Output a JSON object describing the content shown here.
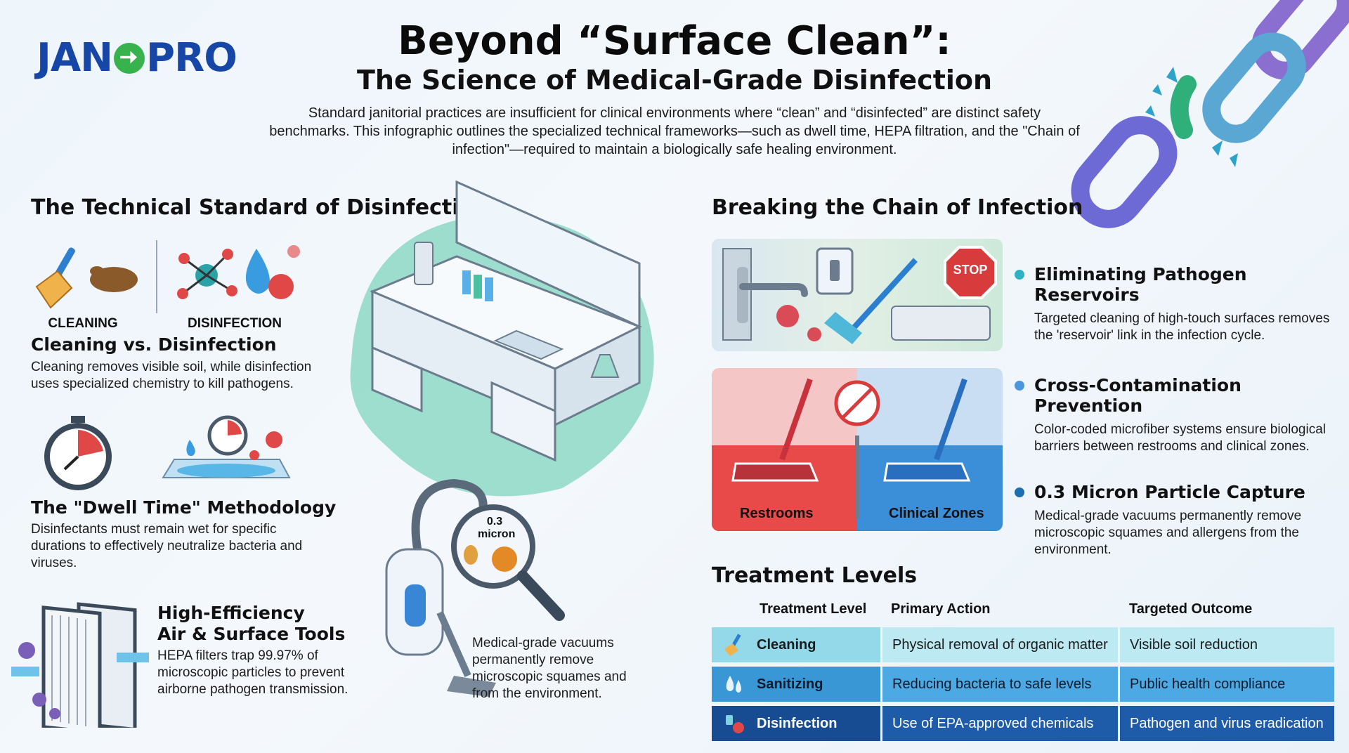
{
  "logo": {
    "left": "JAN",
    "right": "PRO"
  },
  "header": {
    "title": "Beyond “Surface Clean”:",
    "subtitle": "The Science of Medical-Grade Disinfection",
    "intro": "Standard janitorial practices are insufficient for clinical environments where “clean” and “disinfected” are distinct safety benchmarks. This infographic outlines the specialized technical frameworks—such as dwell time, HEPA filtration, and the \"Chain of infection\"—required to maintain a biologically safe healing environment."
  },
  "left_section": {
    "title": "The Technical Standard of Disinfection",
    "cleaning_caption": "CLEANING",
    "disinfection_caption": "DISINFECTION",
    "items": [
      {
        "title": "Cleaning vs. Disinfection",
        "text": "Cleaning removes visible soil, while disinfection uses specialized chemistry to kill pathogens."
      },
      {
        "title": "The \"Dwell Time\" Methodology",
        "text": "Disinfectants must remain wet for specific durations to effectively neutralize bacteria and viruses."
      },
      {
        "title": "High-Efficiency Air & Surface Tools",
        "title_line1": "High-Efficiency",
        "title_line2": "Air & Surface Tools",
        "text": "HEPA filters trap 99.97% of microscopic particles to prevent airborne pathogen transmission."
      }
    ],
    "vacuum": {
      "magnifier_label_1": "0.3",
      "magnifier_label_2": "micron",
      "text": "Medical-grade vacuums permanently remove microscopic squames and from the environment."
    }
  },
  "right_section": {
    "title": "Breaking the Chain of Infection",
    "stop_sign": "STOP",
    "panel_labels": {
      "left": "Restrooms",
      "right": "Clinical Zones"
    },
    "bullets": [
      {
        "title": "Eliminating Pathogen Reservoirs",
        "text": "Targeted cleaning of high-touch surfaces removes the 'reservoir' link in the infection cycle.",
        "color": "#2fb3c4"
      },
      {
        "title": "Cross-Contamination Prevention",
        "text": "Color-coded microfiber systems ensure biological barriers between restrooms and clinical zones.",
        "color": "#4a97df"
      },
      {
        "title": "0.3 Micron Particle Capture",
        "text": "Medical-grade vacuums permanently remove microscopic squames and allergens from the environment.",
        "color": "#1d6fb0"
      }
    ]
  },
  "treatment": {
    "title": "Treatment Levels",
    "headers": [
      "Treatment Level",
      "Primary Action",
      "Targeted Outcome"
    ],
    "rows": [
      {
        "level": "Cleaning",
        "action": "Physical removal of organic matter",
        "outcome": "Visible soil reduction"
      },
      {
        "level": "Sanitizing",
        "action": "Reducing bacteria to safe levels",
        "outcome": "Public health compliance"
      },
      {
        "level": "Disinfection",
        "action": "Use of EPA-approved chemicals",
        "outcome": "Pathogen and virus eradication"
      }
    ]
  },
  "colors": {
    "brand": "#1747a6",
    "accent_teal": "#2fb3c4",
    "accent_green": "#37b24d",
    "restroom_red": "#e84a4a",
    "clinical_blue": "#3a8fd8"
  }
}
